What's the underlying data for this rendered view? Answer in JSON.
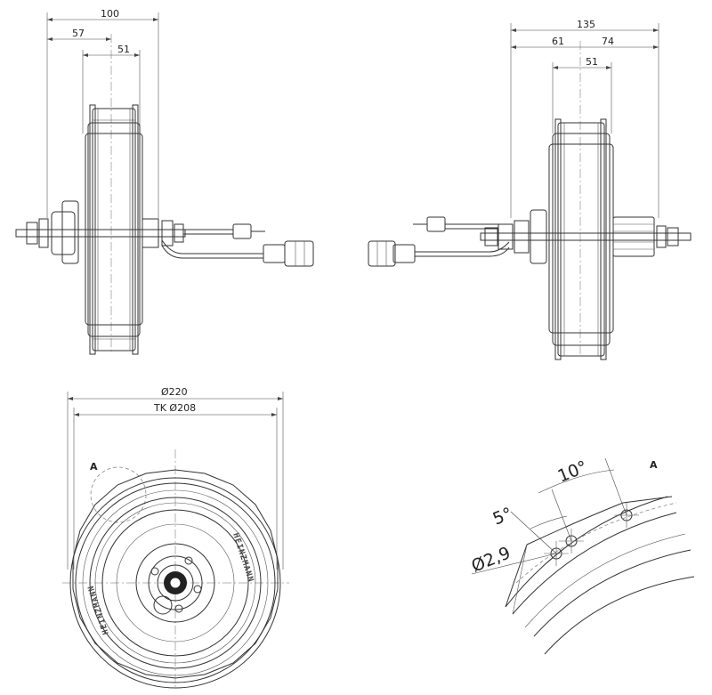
{
  "left_view": {
    "dim_overall": "100",
    "dim_left": "57",
    "dim_inner": "51"
  },
  "right_view": {
    "dim_overall": "135",
    "dim_left": "61",
    "dim_right": "74",
    "dim_inner": "51"
  },
  "front_view": {
    "dim_outer_diameter": "Ø220",
    "dim_bolt_circle": "TK Ø208",
    "detail_marker": "A",
    "brand_text": "HEINZMANN"
  },
  "detail_view": {
    "title": "A",
    "angle_large": "10°",
    "angle_small": "5°",
    "hole_diameter": "Ø2,9"
  }
}
